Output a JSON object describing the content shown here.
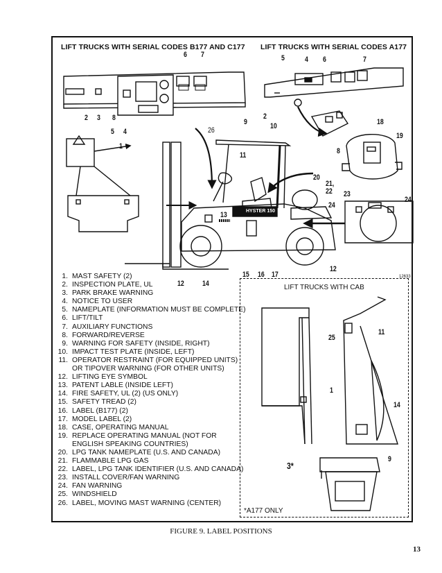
{
  "headers": {
    "left": "LIFT TRUCKS WITH SERIAL CODES B177 AND C177",
    "right": "LIFT TRUCKS WITH SERIAL CODES A177"
  },
  "figure_id": "12633",
  "cab_title": "LIFT TRUCKS WITH CAB",
  "cab_note": "*A177 ONLY",
  "truck_brand": "HYSTER",
  "model_plate": "HYSTER 150",
  "legend": [
    {
      "n": "1.",
      "t": "MAST SAFETY (2)"
    },
    {
      "n": "2.",
      "t": "INSPECTION PLATE, UL"
    },
    {
      "n": "3.",
      "t": "PARK BRAKE WARNING"
    },
    {
      "n": "4.",
      "t": "NOTICE TO USER"
    },
    {
      "n": "5.",
      "t": "NAMEPLATE (INFORMATION MUST BE COMPLETE)"
    },
    {
      "n": "6.",
      "t": "LIFT/TILT"
    },
    {
      "n": "7.",
      "t": "AUXILIARY FUNCTIONS"
    },
    {
      "n": "8.",
      "t": "FORWARD/REVERSE"
    },
    {
      "n": "9.",
      "t": "WARNING FOR SAFETY (INSIDE, RIGHT)"
    },
    {
      "n": "10.",
      "t": "IMPACT TEST PLATE (INSIDE, LEFT)"
    },
    {
      "n": "11.",
      "t": "OPERATOR RESTRAINT (FOR EQUIPPED UNITS) OR TIPOVER WARNING (FOR OTHER UNITS)"
    },
    {
      "n": "12.",
      "t": "LIFTING EYE SYMBOL"
    },
    {
      "n": "13.",
      "t": "PATENT LABLE (INSIDE LEFT)"
    },
    {
      "n": "14.",
      "t": "FIRE SAFETY, UL (2) (US ONLY)"
    },
    {
      "n": "15.",
      "t": "SAFETY TREAD (2)"
    },
    {
      "n": "16.",
      "t": "LABEL (B177) (2)"
    },
    {
      "n": "17.",
      "t": "MODEL LABEL (2)"
    },
    {
      "n": "18.",
      "t": "CASE, OPERATING MANUAL"
    },
    {
      "n": "19.",
      "t": "REPLACE OPERATING MANUAL (NOT FOR ENGLISH SPEAKING COUNTRIES)"
    },
    {
      "n": "20.",
      "t": "LPG TANK NAMEPLATE (U.S. AND CANADA)"
    },
    {
      "n": "21.",
      "t": "FLAMMABLE LPG GAS"
    },
    {
      "n": "22.",
      "t": "LABEL, LPG TANK IDENTIFIER (U.S. AND CANADA)"
    },
    {
      "n": "23.",
      "t": "INSTALL COVER/FAN WARNING"
    },
    {
      "n": "24.",
      "t": "FAN WARNING"
    },
    {
      "n": "25.",
      "t": "WINDSHIELD"
    },
    {
      "n": "26.",
      "t": "LABEL, MOVING MAST WARNING (CENTER)"
    }
  ],
  "callouts": {
    "c1": "1",
    "c2": "2",
    "c3": "3",
    "c4": "4",
    "c5": "5",
    "c6": "6",
    "c7": "7",
    "c8": "8",
    "c9": "9",
    "c10": "10",
    "c11": "11",
    "c12": "12",
    "c13": "13",
    "c14": "14",
    "c15": "15",
    "c16": "16",
    "c17": "17",
    "c18": "18",
    "c19": "19",
    "c20": "20",
    "c21_22": "21, 22",
    "c23": "23",
    "c24": "24",
    "c25": "25",
    "c26": "26",
    "c3star": "3*"
  },
  "caption": "FIGURE 9. LABEL POSITIONS",
  "page_number": "13"
}
